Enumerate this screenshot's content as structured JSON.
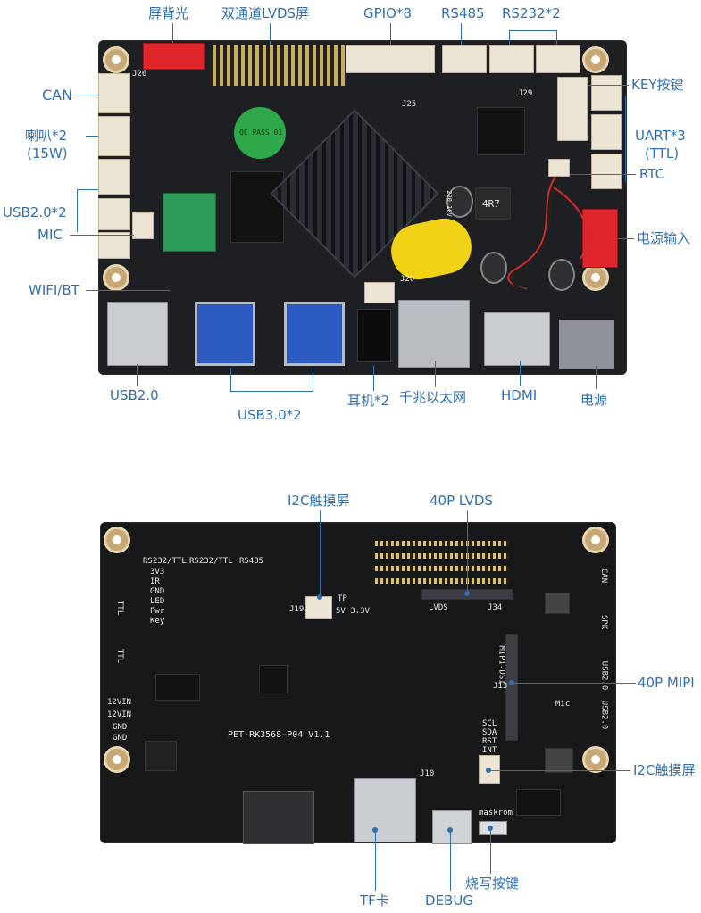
{
  "top_labels": {
    "backlight": "屏背光",
    "dual_lvds": "双通道LVDS屏",
    "gpio": "GPIO*8",
    "rs485": "RS485",
    "rs232": "RS232*2",
    "can": "CAN",
    "speaker": "喇叭*2",
    "speaker_power": "(15W)",
    "usb20x2": "USB2.0*2",
    "mic": "MIC",
    "wifi_bt": "WIFI/BT",
    "key": "KEY按键",
    "uart": "UART*3",
    "uart_ttl": "(TTL)",
    "rtc": "RTC",
    "power_input": "电源输入",
    "usb20": "USB2.0",
    "usb30": "USB3.0*2",
    "earphone": "耳机*2",
    "ethernet": "千兆以太网",
    "hdmi": "HDMI",
    "power": "电源"
  },
  "bottom_labels": {
    "i2c_touch_top": "I2C触摸屏",
    "lvds_40p": "40P LVDS",
    "mipi_40p": "40P MIPI",
    "i2c_touch_right": "I2C触摸屏",
    "tf_card": "TF卡",
    "debug": "DEBUG",
    "burn_key": "烧写按键"
  },
  "silkscreen": {
    "model": "PET-RK3568-P04 V1.1",
    "qc_pass": "QC PASS 01",
    "inductor": "4R7",
    "cap_top": "220 10V",
    "can_silk": "CAN",
    "spk_silk": "SPK",
    "usb_silk_a": "USB2.0",
    "usb_silk_b": "USB2.0",
    "lvds_silk": "LVDS",
    "mipi_silk": "MIPI-DSI",
    "rs232_ttl_a": "RS232/TTL",
    "rs232_ttl_b": "RS232/TTL",
    "rs485_silk": "RS485",
    "rst_silk": "RST",
    "int_silk": "INT",
    "scl_silk": "SCL",
    "sda_silk": "SDA",
    "v12_a": "12VIN",
    "v12_b": "12VIN",
    "gnd_a": "GND",
    "gnd_b": "GND",
    "v12": "12V",
    "v5_v33": "5V 3.3V",
    "led_labels": [
      "3V3",
      "IR",
      "GND",
      "LED",
      "Pwr",
      "Key"
    ],
    "tp_silk": "TP",
    "ttl_a": "TTL",
    "ttl_b": "TTL",
    "maskrom": "maskrom",
    "mic_silk": "Mic",
    "j19": "J19",
    "j13": "J13",
    "j34": "J34",
    "j10": "J10",
    "j25": "J25",
    "j26": "J26",
    "j29": "J29",
    "j20": "J20"
  },
  "colors": {
    "label": "#2f6fb3",
    "board": "#1d1f22",
    "connector_white": "#ece4d4",
    "connector_red": "#e0262a",
    "usb3_blue": "#2b5ac2",
    "battery_yellow": "#f2d216",
    "sticker_green": "#2fa84a"
  }
}
